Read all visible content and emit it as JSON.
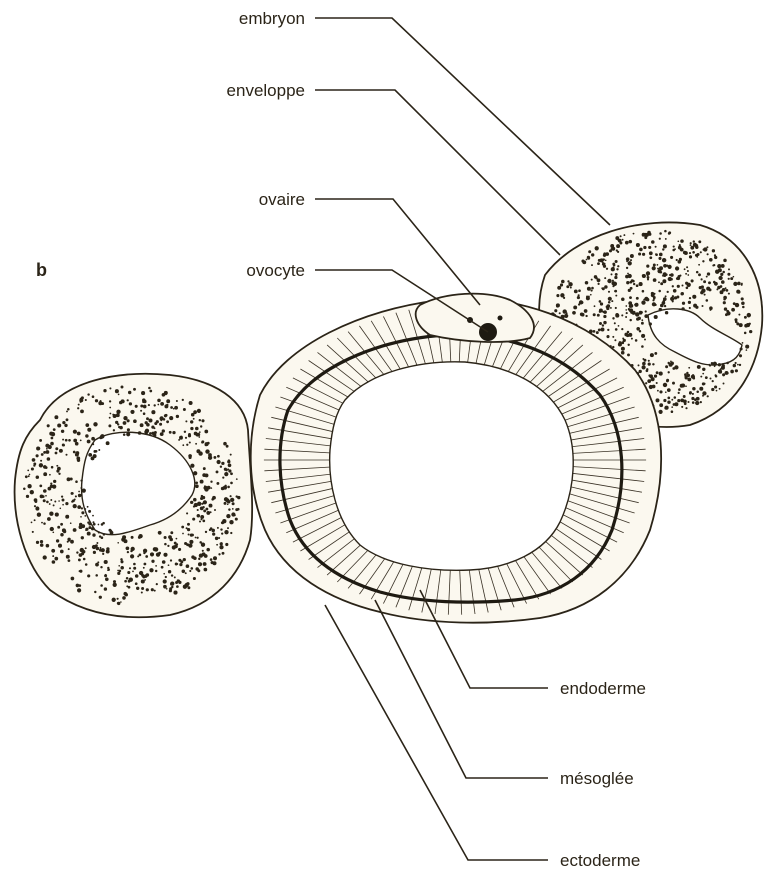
{
  "panel_label": "b",
  "labels": {
    "embryon": "embryon",
    "enveloppe": "enveloppe",
    "ovaire": "ovaire",
    "ovocyte": "ovocyte",
    "endoderme": "endoderme",
    "mesoglee": "mésoglée",
    "ectoderme": "ectoderme"
  },
  "colors": {
    "ink": "#2b2418",
    "tissue_fill": "#fbf8ef"
  }
}
